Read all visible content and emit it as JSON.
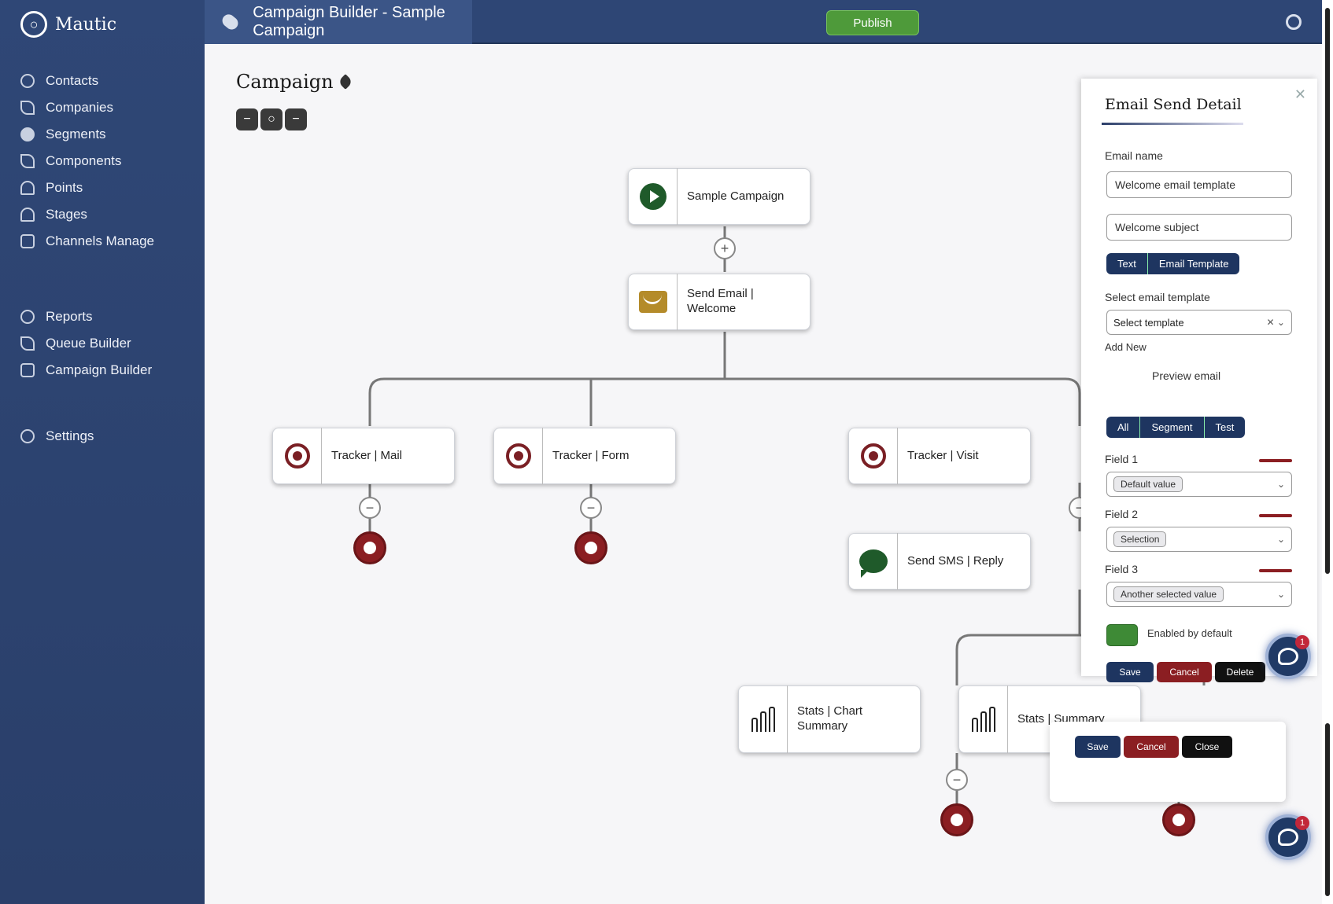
{
  "app": {
    "brand": "Mautic",
    "tab_title": "Campaign Builder - Sample Campaign"
  },
  "sidebar": {
    "items": [
      {
        "label": "Contacts",
        "icon": "contacts-icon"
      },
      {
        "label": "Companies",
        "icon": "companies-icon"
      },
      {
        "label": "Segments",
        "icon": "segments-icon"
      },
      {
        "label": "Components",
        "icon": "components-icon"
      },
      {
        "label": "Points",
        "icon": "points-icon"
      },
      {
        "label": "Stages",
        "icon": "stages-icon"
      },
      {
        "label": "Channels Manage",
        "icon": "channels-icon"
      },
      {
        "label": "Reports",
        "icon": "reports-icon"
      },
      {
        "label": "Queue Builder",
        "icon": "queue-icon"
      },
      {
        "label": "Campaign Builder",
        "icon": "campaign-icon"
      },
      {
        "label": "Settings",
        "icon": "settings-icon"
      }
    ]
  },
  "topbar": {
    "publish_label": "Publish"
  },
  "canvas": {
    "title": "Campaign",
    "zoom": [
      "−",
      "○",
      "−"
    ]
  },
  "nodes": {
    "start": "Sample Campaign",
    "email": "Send Email | Welcome",
    "cond1": "Tracker | Mail",
    "cond2": "Tracker | Form",
    "cond3": "Tracker | Visit",
    "sms": "Send SMS | Reply",
    "stat1": "Stats | Chart Summary",
    "stat2": "Stats | Summary"
  },
  "panel": {
    "title": "Email Send Detail",
    "name_label": "Email name",
    "name_value": "Welcome email template",
    "subject_value": "Welcome subject",
    "mode_tabs": [
      "Text",
      "Email Template"
    ],
    "template_label": "Select email template",
    "template_value": "Select template",
    "add_link": "Add New",
    "preview_label": "Preview email",
    "option_tabs": [
      "All",
      "Segment",
      "Test"
    ],
    "field1_label": "Field 1",
    "field1_chip": "Default value",
    "field2_label": "Field 2",
    "field2_chip": "Selection",
    "field3_label": "Field 3",
    "field3_chip": "Another selected value",
    "toggle_label": "Enabled by default",
    "actions": [
      "Save",
      "Cancel",
      "Delete"
    ]
  },
  "popover": {
    "actions": [
      "Save",
      "Cancel",
      "Close"
    ]
  },
  "chat": {
    "badge": "1"
  },
  "colors": {
    "sidebar": "#2f4776",
    "accent_green": "#4e9a3a",
    "end_red": "#8b1e22",
    "dark_blue": "#1e3560"
  }
}
